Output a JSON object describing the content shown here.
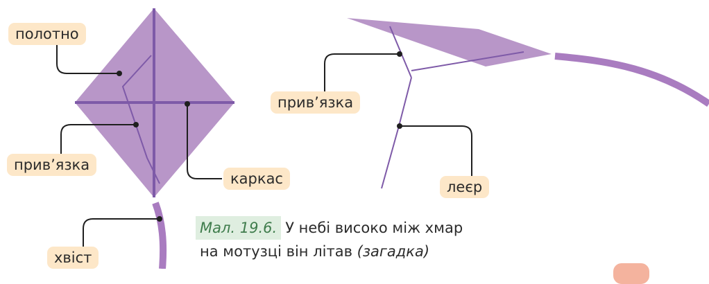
{
  "labels": {
    "canvas_left": "полотно",
    "binding_left": "прив’язка",
    "frame": "каркас",
    "tail": "хвіст",
    "binding_right": "прив’язка",
    "line": "леєр"
  },
  "caption": {
    "figure_ref": "Мал. 19.6.",
    "line1": "У небі високо між хмар",
    "line2": "на мотузці він літав",
    "riddle": "(загадка)"
  },
  "colors": {
    "kite_fill": "#b896c8",
    "kite_line": "#7e5aa8",
    "tail": "#a97cc0",
    "tag_bg": "#fde7c8",
    "leader": "#1f1f1f",
    "figure_ref_bg": "#dfeee0",
    "figure_ref_text": "#3f7c4c"
  }
}
